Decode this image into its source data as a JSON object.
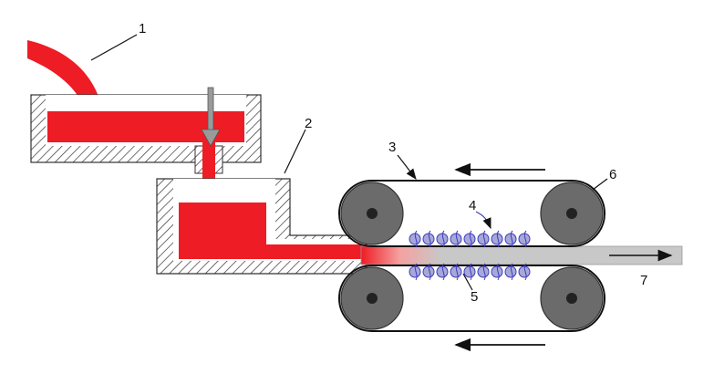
{
  "colors": {
    "metal": "#ee1c24",
    "hatch": "#333333",
    "roll": "#6b6b6b",
    "roll_center": "#222222",
    "strip": "#c8c8c8",
    "nozzle": "#9a9a9a",
    "water": "#3b3bbd",
    "line": "#111111"
  },
  "labels": {
    "l1": "1",
    "l2": "2",
    "l3": "3",
    "l4": "4",
    "l5": "5",
    "l6": "6",
    "l7": "7"
  },
  "icons": {
    "flow_arrow": "arrow-right-icon",
    "belt_arrow": "arrow-left-icon",
    "stopper_arrow": "arrow-down-icon"
  }
}
